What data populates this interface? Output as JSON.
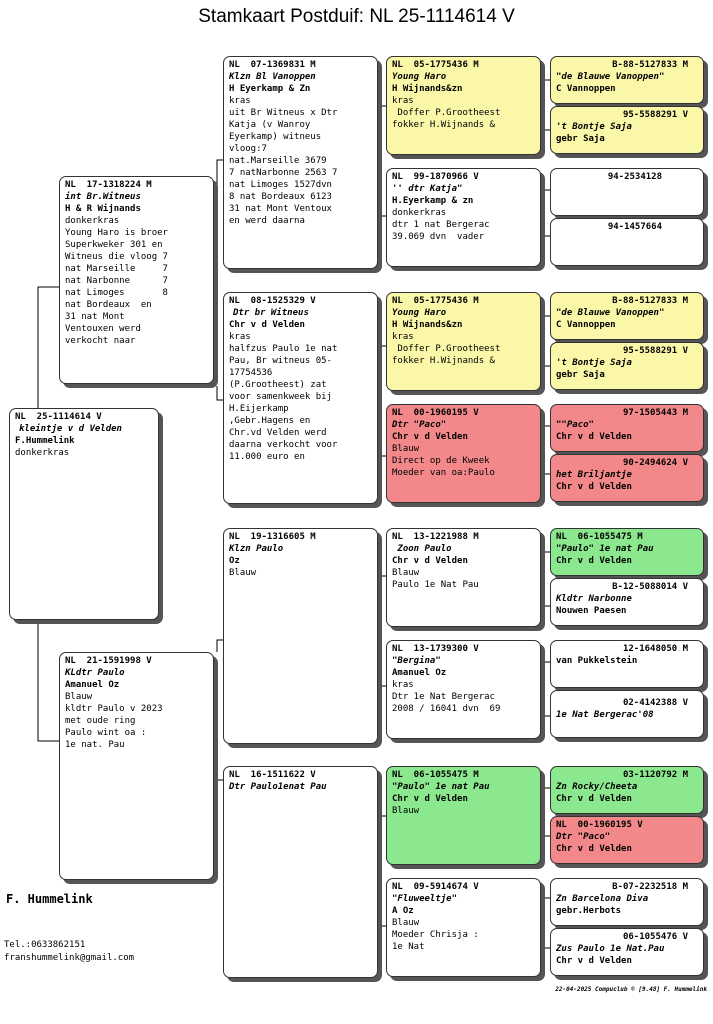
{
  "title": "Stamkaart Postduif: NL  25-1114614 V",
  "owner": {
    "name": "F. Hummelink",
    "tel": "Tel.:0633862151",
    "email": "franshummelink@gmail.com"
  },
  "print_stamp": "22-04-2025   Compuclub © [9.48]  F. Hummelink",
  "birds": {
    "main": {
      "ring": "NL  25-1114614 V",
      "name": "kleintje v d Velden",
      "owner": "F.Hummelink",
      "color": "donkerkras",
      "notes": []
    },
    "father": {
      "ring": "NL  17-1318224 M",
      "name": "int Br.Witneus",
      "owner": "H & R Wijnands",
      "color": "donkerkras",
      "notes": [
        "Young Haro is broer",
        "Superkweker 301 en",
        "Witneus die vloog 7",
        "nat Marseille     7",
        "nat Narbonne      7",
        "nat Limoges       8",
        "nat Bordeaux  en",
        "31 nat Mont",
        "Ventouxen werd",
        "verkocht naar"
      ]
    },
    "mother": {
      "ring": "NL  21-1591998 V",
      "name": "KLdtr Paulo",
      "owner": "Amanuel Oz",
      "color": "Blauw",
      "notes": [
        "kldtr Paulo v 2023",
        "met oude ring",
        "Paulo wint oa :",
        "1e nat. Pau"
      ]
    },
    "ff": {
      "ring": "NL  07-1369831 M",
      "name": "Klzn Bl Vanoppen",
      "owner": "H Eyerkamp & Zn",
      "color": "kras",
      "notes": [
        "uit Br Witneus x Dtr",
        "Katja (v Wanroy",
        "Eyerkamp) witneus",
        "vloog:7",
        "nat.Marseille 3679",
        "7 natNarbonne 2563 7",
        "nat Limoges 1527dvn",
        "8 nat Bordeaux 6123",
        "31 nat Mont Ventoux",
        "en werd daarna"
      ]
    },
    "fm": {
      "ring": "NL  08-1525329 V",
      "name": "Dtr br Witneus",
      "owner": "Chr v d Velden",
      "color": "kras",
      "notes": [
        "halfzus Paulo 1e nat",
        "Pau, Br witneus 05-",
        "17754536",
        "(P.Grootheest) zat",
        "voor samenkweek bij",
        "H.Eijerkamp",
        ",Gebr.Hagens en",
        "Chr.vd Velden werd",
        "daarna verkocht voor",
        "11.000 euro en"
      ]
    },
    "mf": {
      "ring": "NL  19-1316605 M",
      "name": "Klzn Paulo",
      "owner": "Oz",
      "color": "Blauw",
      "notes": []
    },
    "mm": {
      "ring": "NL  16-1511622 V",
      "name": "Dtr Paulo1enat Pau",
      "owner": "",
      "color": "",
      "notes": []
    },
    "fff": {
      "ring": "NL  05-1775436 M",
      "name": "Young Haro",
      "owner": "H Wijnands&zn",
      "color": "kras",
      "notes": [
        " Doffer P.Grootheest",
        "fokker H.Wijnands &"
      ]
    },
    "ffm": {
      "ring": "NL  99-1870966 V",
      "name": "'' dtr Katja\"",
      "owner": "H.Eyerkamp & zn",
      "color": "donkerkras",
      "notes": [
        "dtr 1 nat Bergerac",
        "39.069 dvn  vader"
      ]
    },
    "fmf": {
      "ring": "NL  05-1775436 M",
      "name": "Young Haro",
      "owner": "H Wijnands&zn",
      "color": "kras",
      "notes": [
        " Doffer P.Grootheest",
        "fokker H.Wijnands &"
      ]
    },
    "fmm": {
      "ring": "NL  00-1960195 V",
      "name": "Dtr \"Paco\"",
      "owner": "Chr v d Velden",
      "color": "Blauw",
      "notes": [
        "Direct op de Kweek",
        "Moeder van oa:Paulo"
      ]
    },
    "mff": {
      "ring": "NL  13-1221988 M",
      "name": " Zoon Paulo",
      "owner": "Chr v d Velden",
      "color": "Blauw",
      "notes": [
        "Paulo 1e Nat Pau"
      ]
    },
    "mfm": {
      "ring": "NL  13-1739300 V",
      "name": "\"Bergina\"",
      "owner": "Amanuel Oz",
      "color": "kras",
      "notes": [
        "Dtr 1e Nat Bergerac",
        "2008 / 16041 dvn  69"
      ]
    },
    "mmf": {
      "ring": "NL  06-1055475 M",
      "name": "\"Paulo\" 1e nat Pau",
      "owner": "Chr v d Velden",
      "color": "Blauw",
      "notes": []
    },
    "mmm": {
      "ring": "NL  09-5914674 V",
      "name": "\"Fluweeltje\"",
      "owner": "A Oz",
      "color": "Blauw",
      "notes": [
        "Moeder Chrisja :",
        "1e Nat"
      ]
    },
    "g1": {
      "ring": "B-88-5127833 M",
      "name": "\"de Blauwe Vanoppen\"",
      "owner": "C Vannoppen"
    },
    "g2": {
      "ring": "95-5588291 V",
      "name": "'t Bontje Saja",
      "owner": "gebr Saja"
    },
    "g3": {
      "ring": "94-2534128",
      "name": "",
      "owner": ""
    },
    "g4": {
      "ring": "94-1457664",
      "name": "",
      "owner": ""
    },
    "g5": {
      "ring": "B-88-5127833 M",
      "name": "\"de Blauwe Vanoppen\"",
      "owner": "C Vannoppen"
    },
    "g6": {
      "ring": "95-5588291 V",
      "name": "'t Bontje Saja",
      "owner": "gebr Saja"
    },
    "g7": {
      "ring": "97-1505443 M",
      "name": "\"\"Paco\"",
      "owner": "Chr v d Velden"
    },
    "g8": {
      "ring": "90-2494624 V",
      "name": "het Briljantje",
      "owner": "Chr v d Velden"
    },
    "g9": {
      "ring": "NL  06-1055475 M",
      "name": "\"Paulo\" 1e nat Pau",
      "owner": "Chr v d Velden"
    },
    "g10": {
      "ring": "B-12-5088014 V",
      "name": "Kldtr Narbonne",
      "owner": "Nouwen Paesen"
    },
    "g11": {
      "ring": "12-1648050 M",
      "name": "van Pukkelstein",
      "owner": ""
    },
    "g12": {
      "ring": "02-4142388 V",
      "name": "1e Nat Bergerac'08",
      "owner": ""
    },
    "g13": {
      "ring": "03-1120792 M",
      "name": "Zn Rocky/Cheeta",
      "owner": "Chr v d Velden"
    },
    "g14": {
      "ring": "NL  00-1960195 V",
      "name": "Dtr \"Paco\"",
      "owner": "Chr v d Velden"
    },
    "g15": {
      "ring": "B-07-2232518 M",
      "name": "Zn Barcelona Diva",
      "owner": "gebr.Herbots"
    },
    "g16": {
      "ring": "06-1055476 V",
      "name": "Zus Paulo 1e Nat.Pau",
      "owner": "Chr v d Velden"
    }
  },
  "colors": {
    "yellow": "#fbf7a8",
    "red": "#f3888a",
    "green": "#8ce88e",
    "border": "#333333"
  }
}
